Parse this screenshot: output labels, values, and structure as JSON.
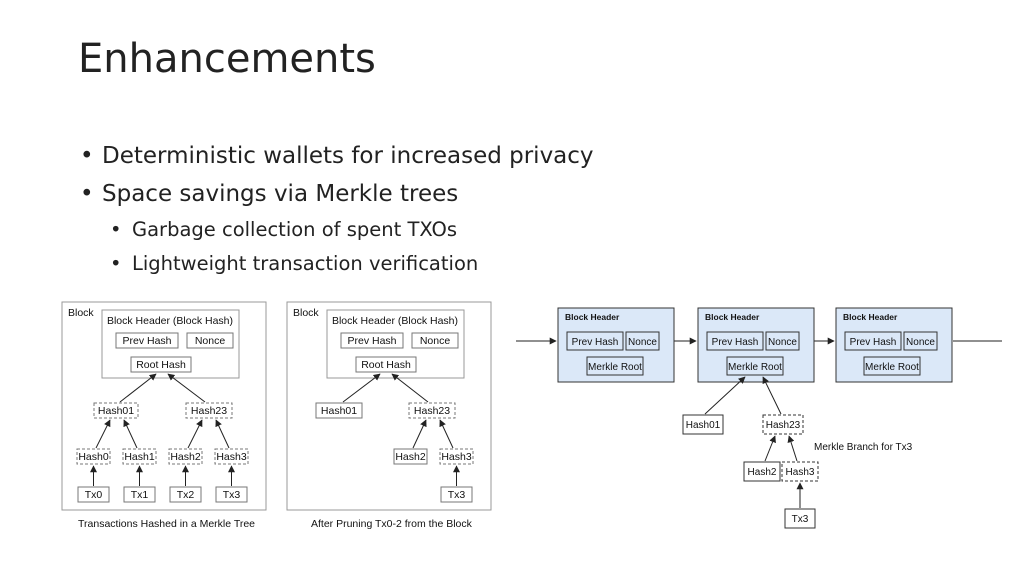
{
  "slide": {
    "title": "Enhancements",
    "bullets": [
      "Deterministic wallets for increased privacy",
      "Space savings via Merkle trees"
    ],
    "sub_bullets": [
      "Garbage collection of spent TXOs",
      "Lightweight transaction verification"
    ]
  },
  "figure_left": {
    "block_label": "Block",
    "header_label": "Block Header (Block Hash)",
    "prev_hash": "Prev Hash",
    "nonce": "Nonce",
    "root_hash": "Root Hash",
    "hash01": "Hash01",
    "hash23": "Hash23",
    "hash0": "Hash0",
    "hash1": "Hash1",
    "hash2": "Hash2",
    "hash3": "Hash3",
    "tx0": "Tx0",
    "tx1": "Tx1",
    "tx2": "Tx2",
    "tx3": "Tx3",
    "caption": "Transactions Hashed in a Merkle Tree"
  },
  "figure_middle": {
    "block_label": "Block",
    "header_label": "Block Header (Block Hash)",
    "prev_hash": "Prev Hash",
    "nonce": "Nonce",
    "root_hash": "Root Hash",
    "hash01": "Hash01",
    "hash23": "Hash23",
    "hash2": "Hash2",
    "hash3": "Hash3",
    "tx3": "Tx3",
    "caption": "After Pruning Tx0-2 from the Block"
  },
  "figure_right": {
    "headers": [
      {
        "label": "Block Header",
        "prev_hash": "Prev Hash",
        "nonce": "Nonce",
        "merkle_root": "Merkle Root"
      },
      {
        "label": "Block Header",
        "prev_hash": "Prev Hash",
        "nonce": "Nonce",
        "merkle_root": "Merkle Root"
      },
      {
        "label": "Block Header",
        "prev_hash": "Prev Hash",
        "nonce": "Nonce",
        "merkle_root": "Merkle Root"
      }
    ],
    "hash01": "Hash01",
    "hash23": "Hash23",
    "hash2": "Hash2",
    "hash3": "Hash3",
    "tx3": "Tx3",
    "branch_label": "Merkle Branch for Tx3"
  },
  "colors": {
    "header_fill": "#dbe8f8",
    "stroke": "#333333",
    "block_stroke": "#999999",
    "dashed_stroke": "#777777"
  }
}
